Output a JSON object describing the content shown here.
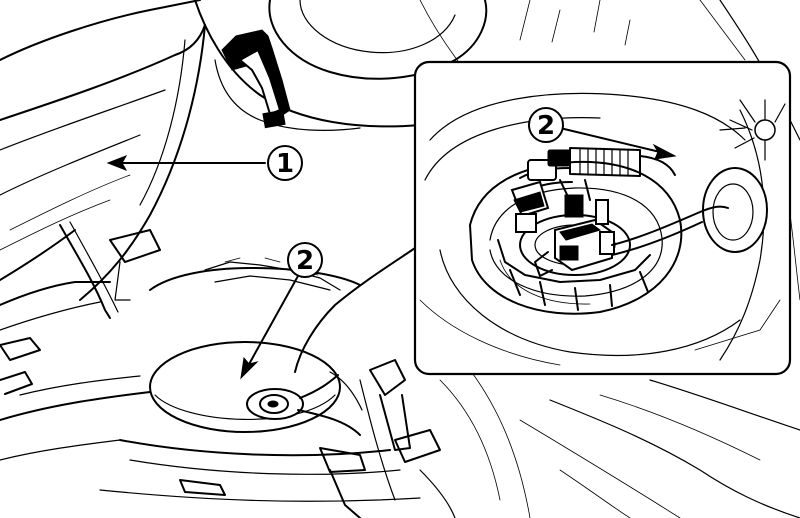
{
  "callouts": {
    "label_1": "1",
    "label_2_main": "2",
    "label_2_inset": "2"
  },
  "colors": {
    "ink": "#000000",
    "paper": "#ffffff"
  },
  "icons": {
    "motion_arrow": "curved-arrow-icon",
    "pointer_arrow": "arrow-icon"
  }
}
